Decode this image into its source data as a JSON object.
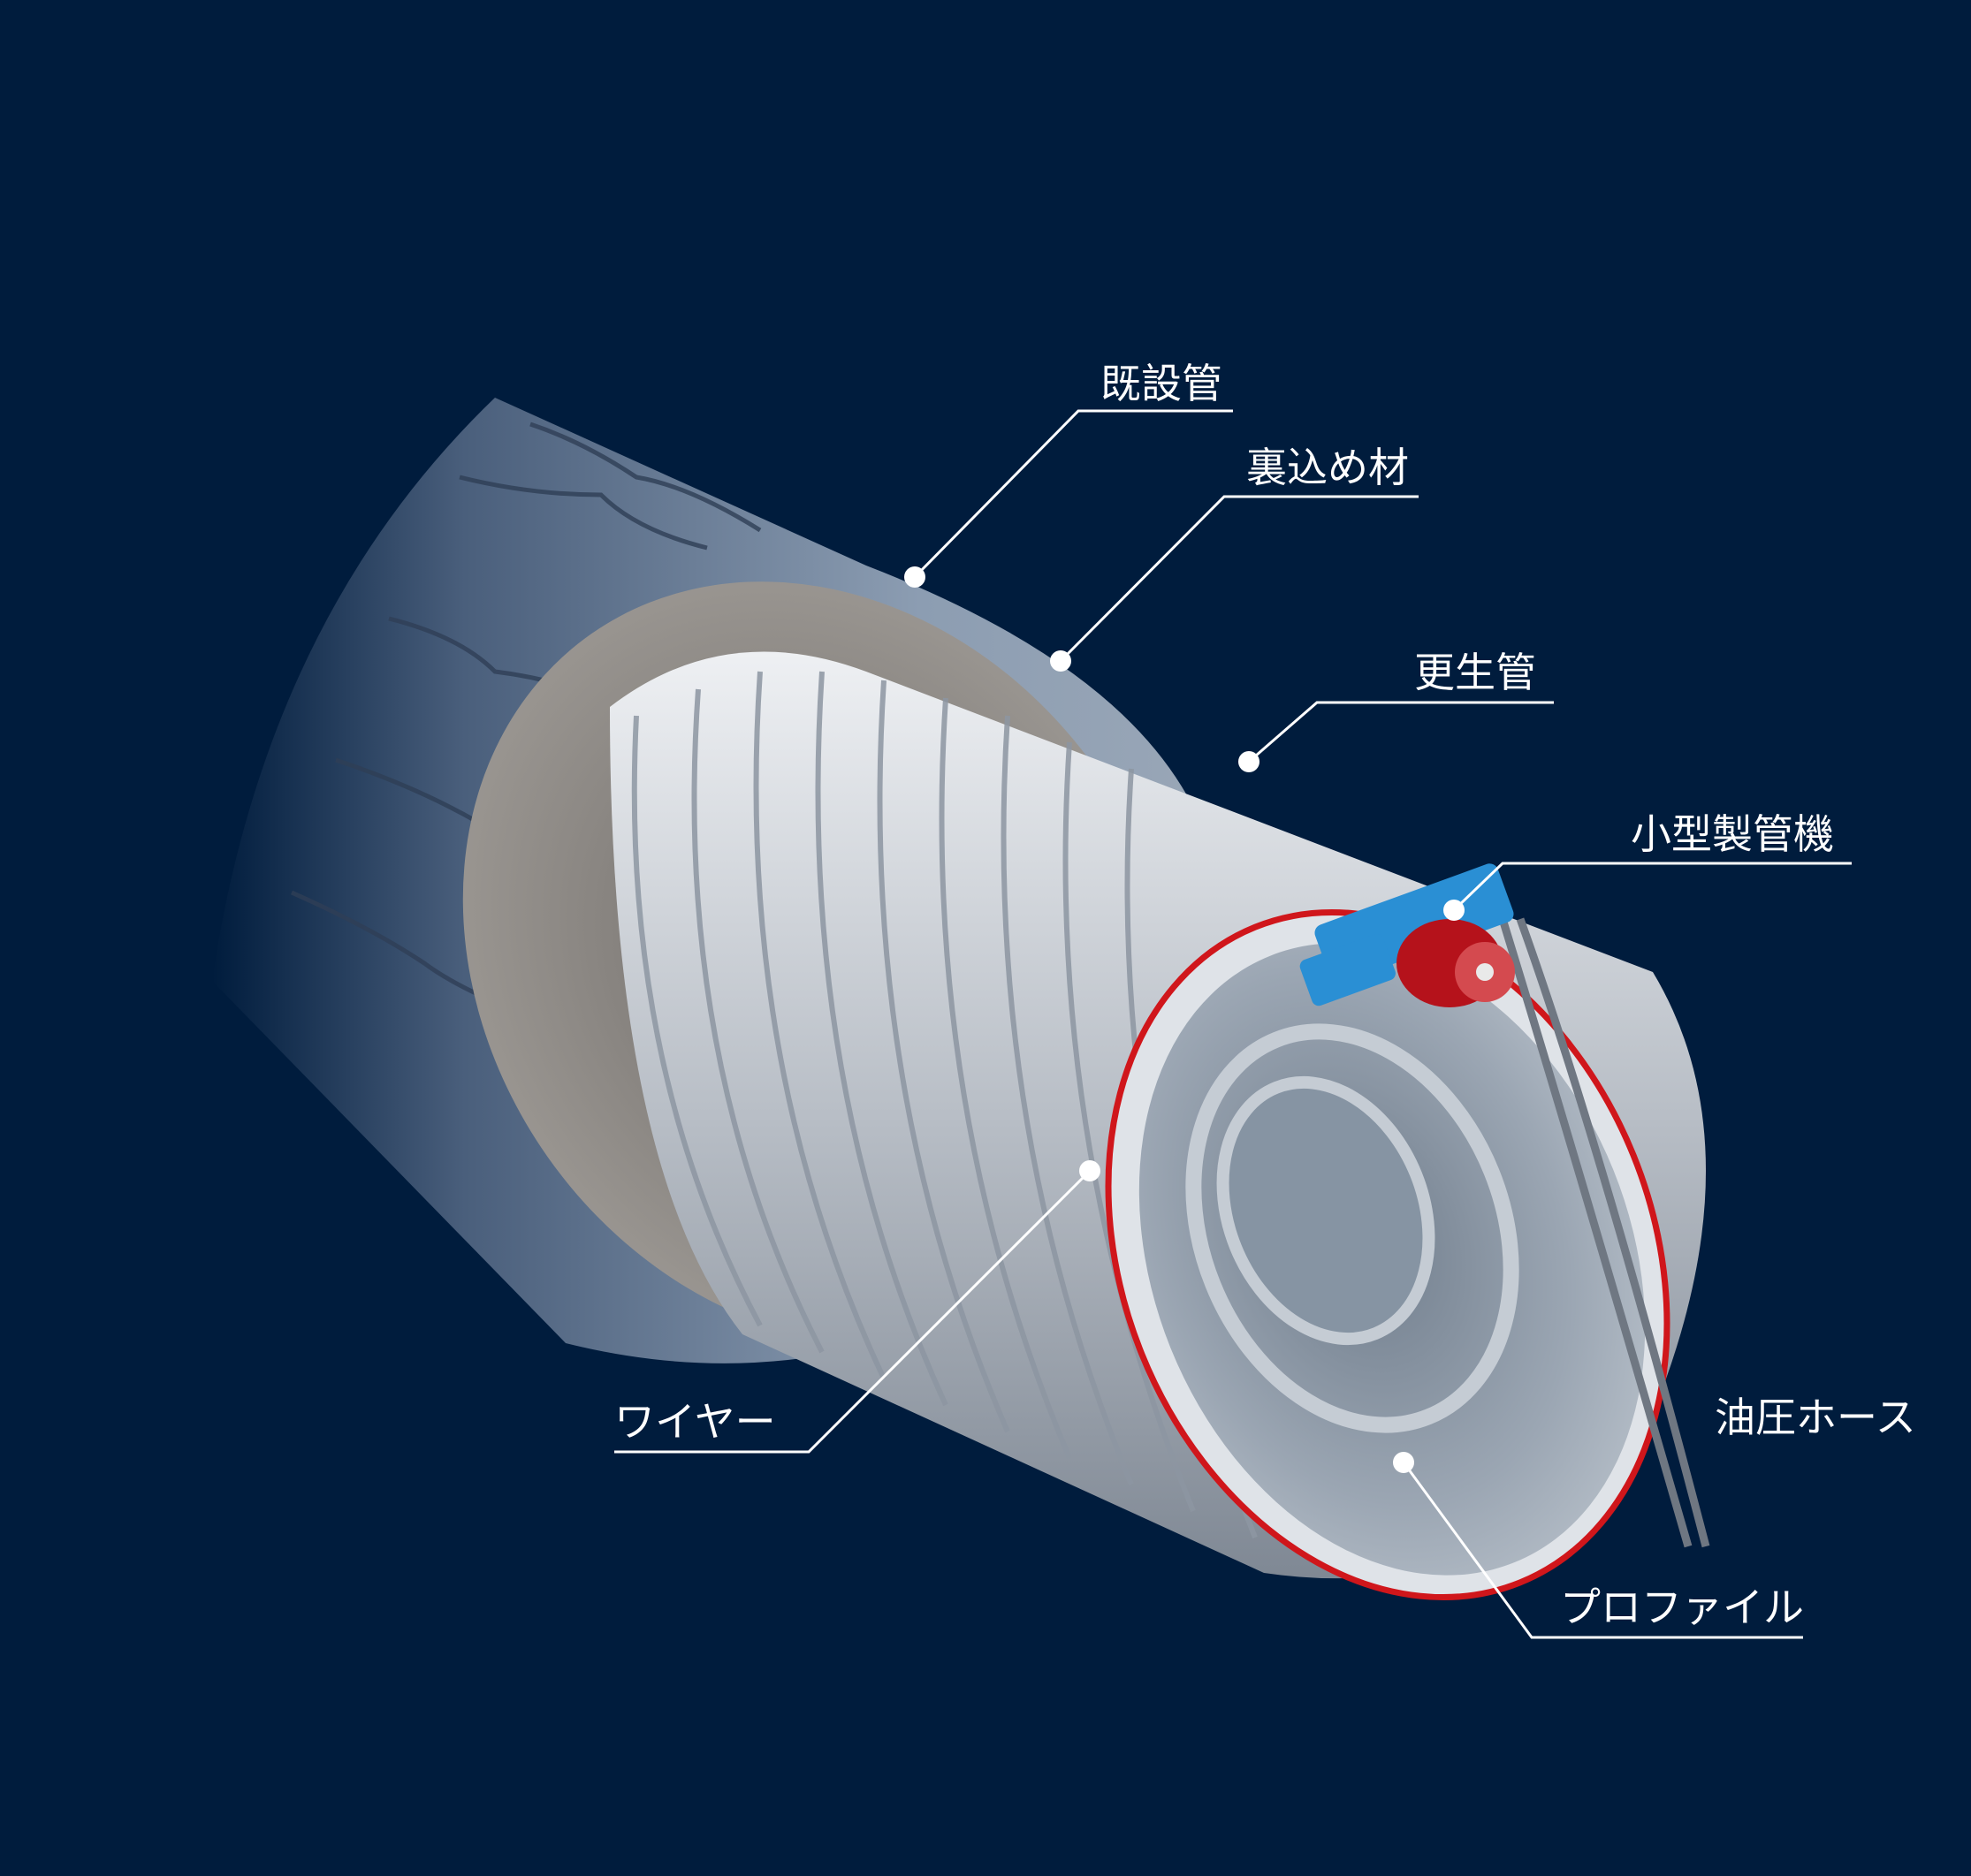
{
  "diagram": {
    "labels": {
      "existing_pipe": "既設管",
      "backfill_material": "裏込め材",
      "rehabilitated_pipe": "更生管",
      "small_pipe_machine": "小型製管機",
      "wire": "ワイヤー",
      "hydraulic_hose": "油圧ホース",
      "profile": "プロファイル"
    },
    "colors": {
      "background": "#001c3d",
      "old_pipe": "#7b8ea5",
      "mortar": "#8d8a86",
      "liner": "#c9ced4",
      "wire_red": "#d0161b",
      "machine_blue": "#2a8fd4",
      "machine_red": "#b5121b"
    }
  }
}
